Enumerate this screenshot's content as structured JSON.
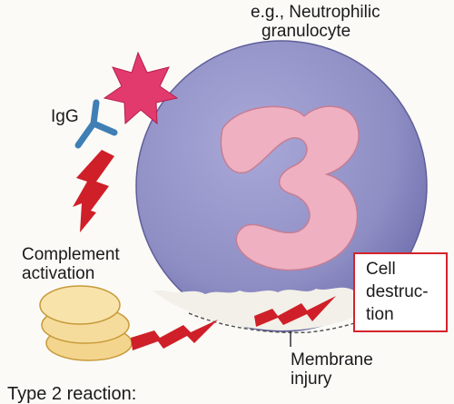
{
  "labels": {
    "cell_type": [
      "e.g., Neutrophilic",
      "granulocyte"
    ],
    "antibody": "IgG",
    "complement": [
      "Complement",
      "activation"
    ],
    "outcome": [
      "Cell",
      "destruc-",
      "tion"
    ],
    "membrane": [
      "Membrane",
      "injury"
    ],
    "reaction": "Type 2 reaction:"
  },
  "colors": {
    "cell_body": "#8f8ec4",
    "nucleus": "#efb0c2",
    "antigen": "#e33a6e",
    "antibody": "#3f7fb6",
    "lightning": "#cf1f28",
    "complement": "#f4d58e",
    "box_border": "#d4232c"
  }
}
